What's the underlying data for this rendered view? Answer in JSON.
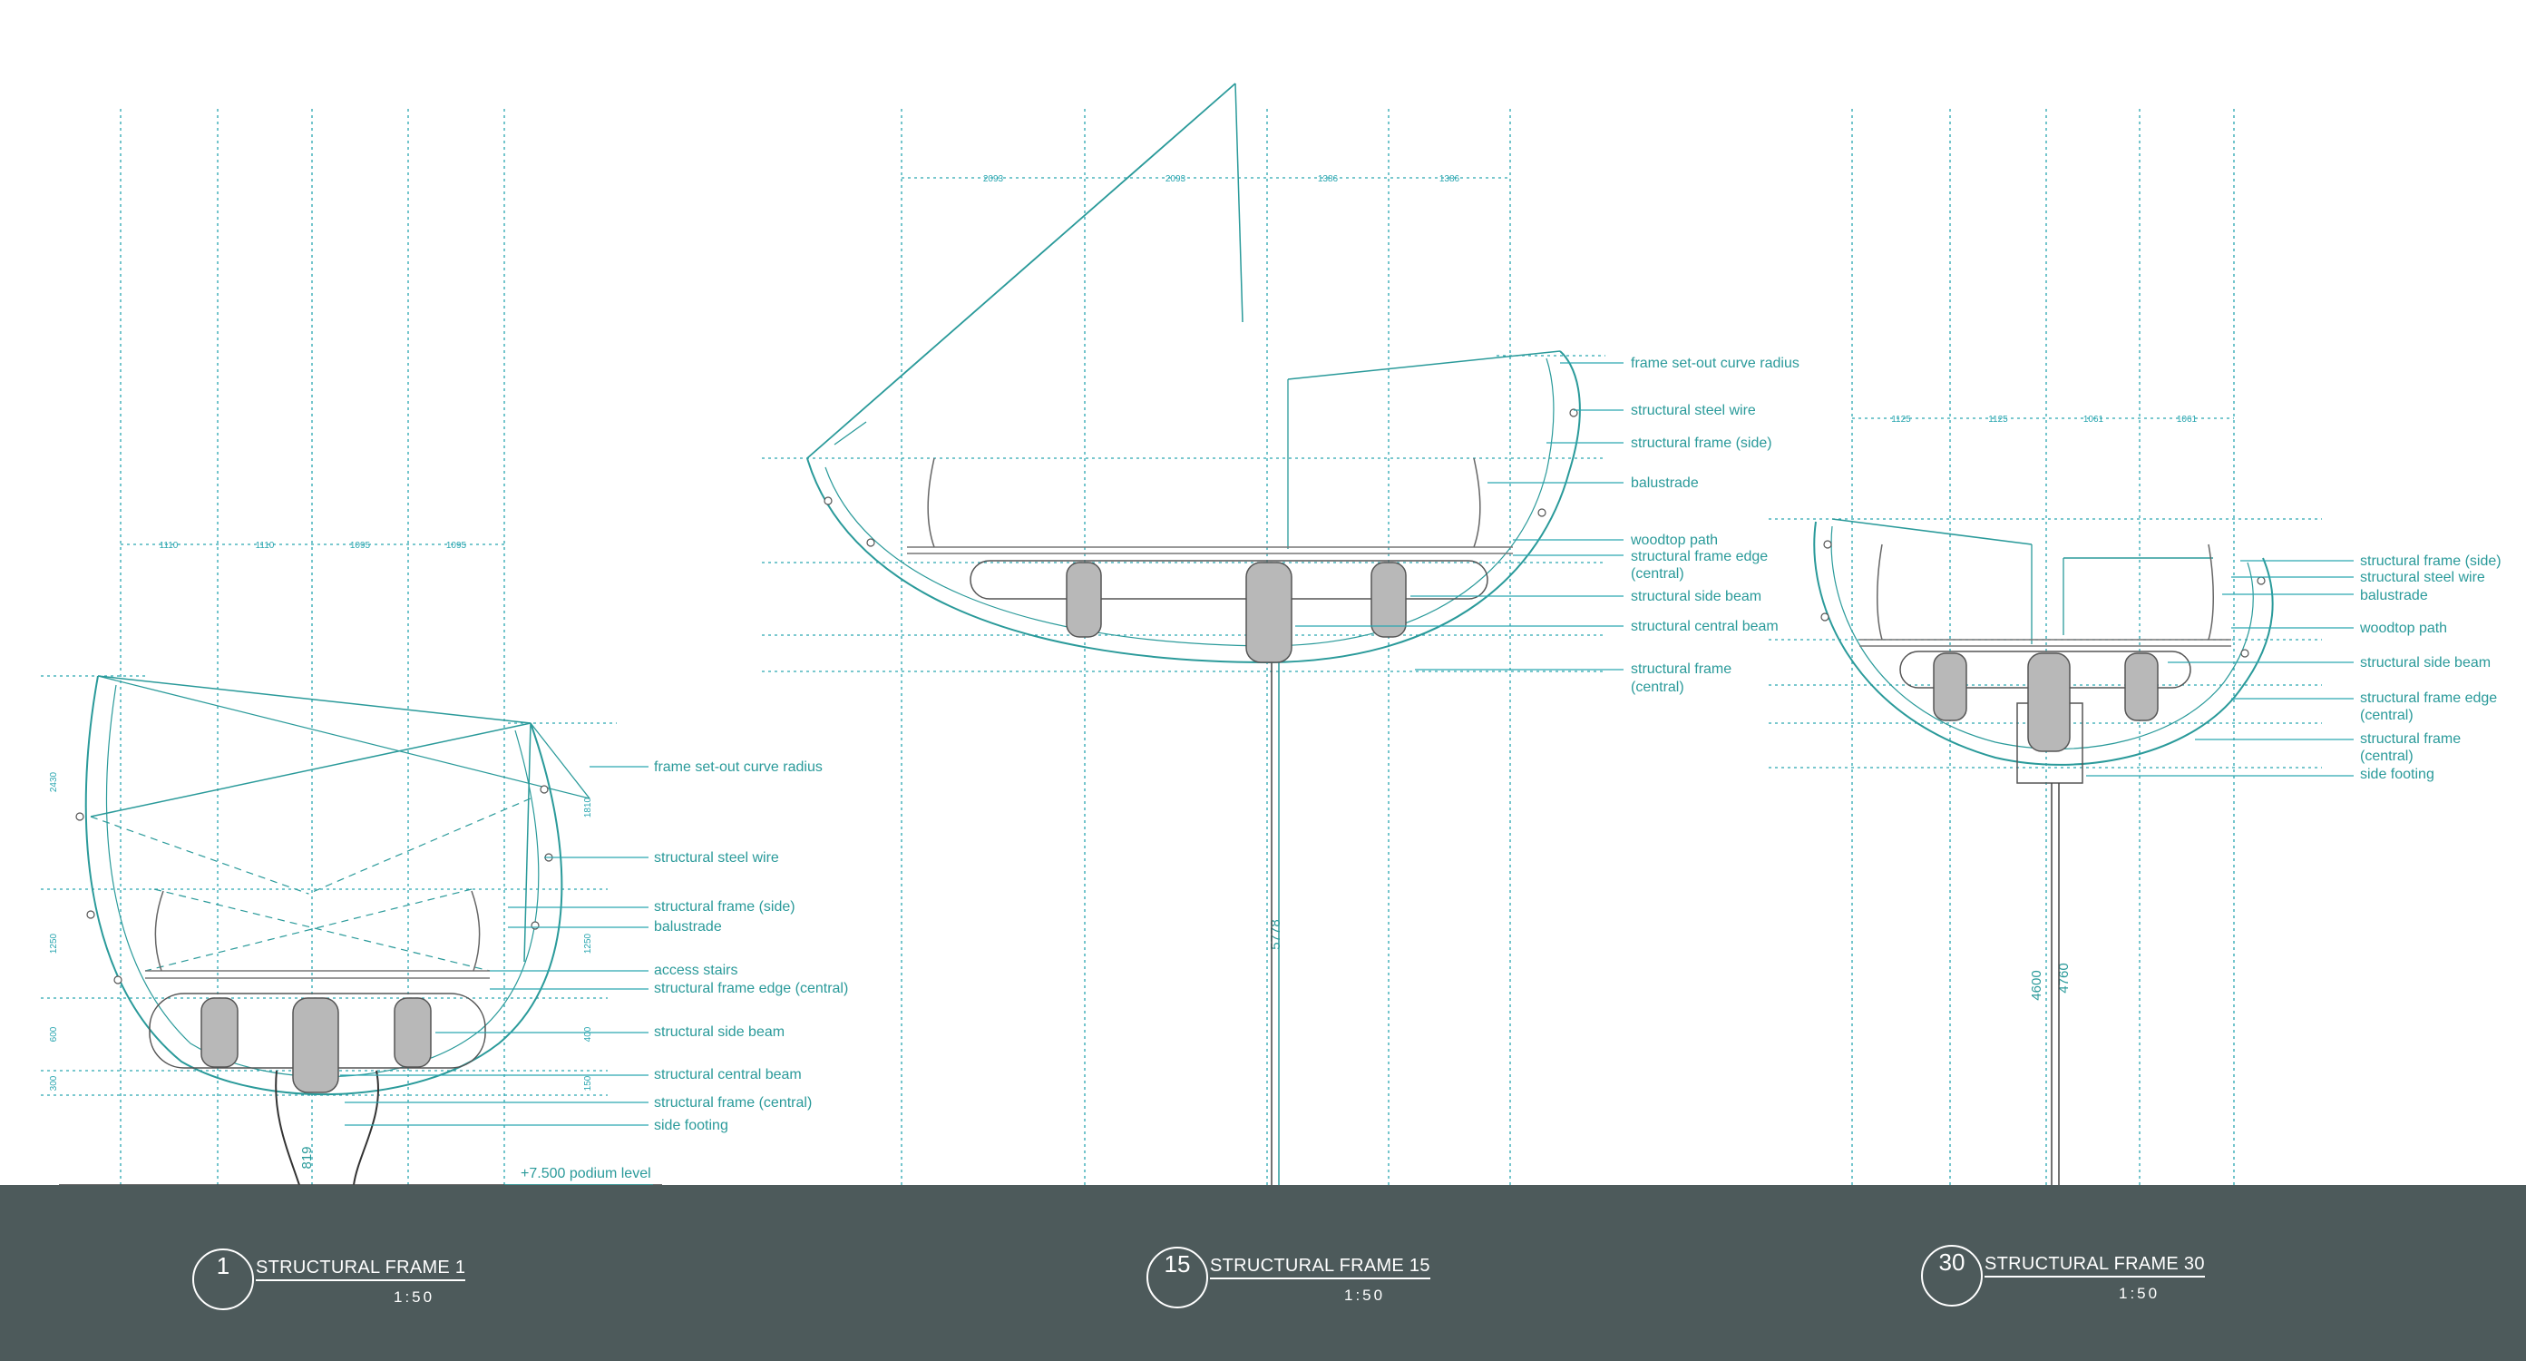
{
  "colors": {
    "line": "#2a9a9a",
    "dim": "#2aa6b0",
    "gray": "#9a9a9a",
    "footer": "#4d5a5b"
  },
  "frame1": {
    "labels": [
      "frame set-out curve radius",
      "structural steel wire",
      "structural frame (side)",
      "balustrade",
      "access stairs",
      "structural frame edge (central)",
      "structural side beam",
      "structural central beam",
      "structural frame (central)",
      "side footing"
    ],
    "top_dims": [
      "1110",
      "1110",
      "1095",
      "1095"
    ],
    "left_dims": [
      "2430",
      "1250",
      "600",
      "300"
    ],
    "right_dims": [
      "1810",
      "1250",
      "400",
      "150"
    ],
    "vert_dim": "819",
    "podium": "+7.500  podium level",
    "title": {
      "num": "1",
      "text": "STRUCTURAL FRAME 1",
      "scale": "1:50"
    }
  },
  "frame15": {
    "labels": [
      "frame set-out curve radius",
      "structural steel wire",
      "structural frame (side)",
      "balustrade",
      "woodtop path",
      "structural frame edge",
      "(central)",
      "structural side beam",
      "structural central beam",
      "structural frame",
      "(central)"
    ],
    "top_dims": [
      "2093",
      "2093",
      "1386",
      "1386"
    ],
    "vert_dim": "5778",
    "title": {
      "num": "15",
      "text": "STRUCTURAL FRAME 15",
      "scale": "1:50"
    }
  },
  "frame30": {
    "labels": [
      "structural frame (side)",
      "structural steel wire",
      "balustrade",
      "woodtop path",
      "structural side beam",
      "structural frame edge",
      "(central)",
      "structural frame",
      "(central)",
      "side footing"
    ],
    "top_dims": [
      "1125",
      "1125",
      "1061",
      "1061"
    ],
    "vert_dims": [
      "4600",
      "4760"
    ],
    "title": {
      "num": "30",
      "text": "STRUCTURAL FRAME 30",
      "scale": "1:50"
    }
  }
}
